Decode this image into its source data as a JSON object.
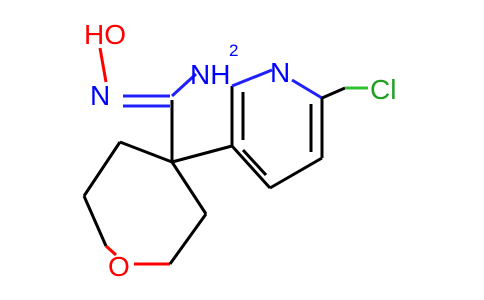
{
  "atoms": {
    "hydroxyl": {
      "text": "HO",
      "color": "#ff0000"
    },
    "oxime_n": {
      "text": "N",
      "color": "#0000ff"
    },
    "amine": {
      "text": "NH",
      "sub": "2",
      "color": "#0000ff"
    },
    "pyridine_n": {
      "text": "N",
      "color": "#0000ff"
    },
    "chlorine": {
      "text": "Cl",
      "color": "#1fa01f"
    },
    "ring_o": {
      "text": "O",
      "color": "#ff0000"
    }
  },
  "colors": {
    "bond": "#000000",
    "oxygen": "#ff0000",
    "nitrogen": "#0000ff",
    "chlorine": "#1fa01f",
    "background": "#ffffff"
  }
}
